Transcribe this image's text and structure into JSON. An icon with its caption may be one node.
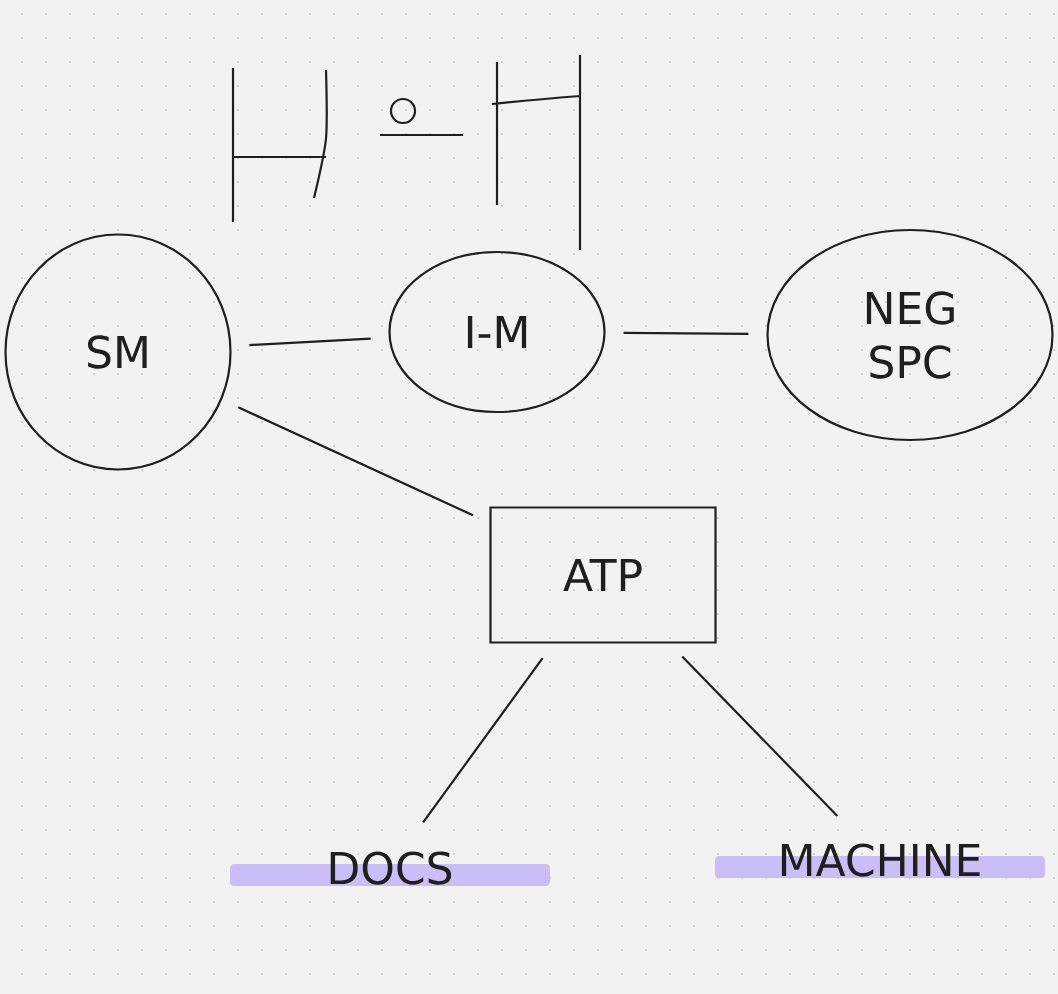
{
  "diagram": {
    "nodes": [
      {
        "text": [
          "SM"
        ]
      },
      {
        "text": [
          "I-M"
        ]
      },
      {
        "text": [
          "NEG SPC"
        ]
      },
      {
        "text": [
          "ATP"
        ]
      },
      {
        "text": [
          "DOCS"
        ]
      },
      {
        "text": [
          "MACHINE"
        ]
      }
    ],
    "edges": [
      {
        "from": 0,
        "to": 1,
        "arrow": "none"
      },
      {
        "from": 1,
        "to": 2,
        "arrow": "none"
      },
      {
        "from": 0,
        "to": 3,
        "arrow": "none"
      },
      {
        "from": 3,
        "to": 4,
        "arrow": "none"
      },
      {
        "from": 3,
        "to": 5,
        "arrow": "none"
      }
    ]
  }
}
